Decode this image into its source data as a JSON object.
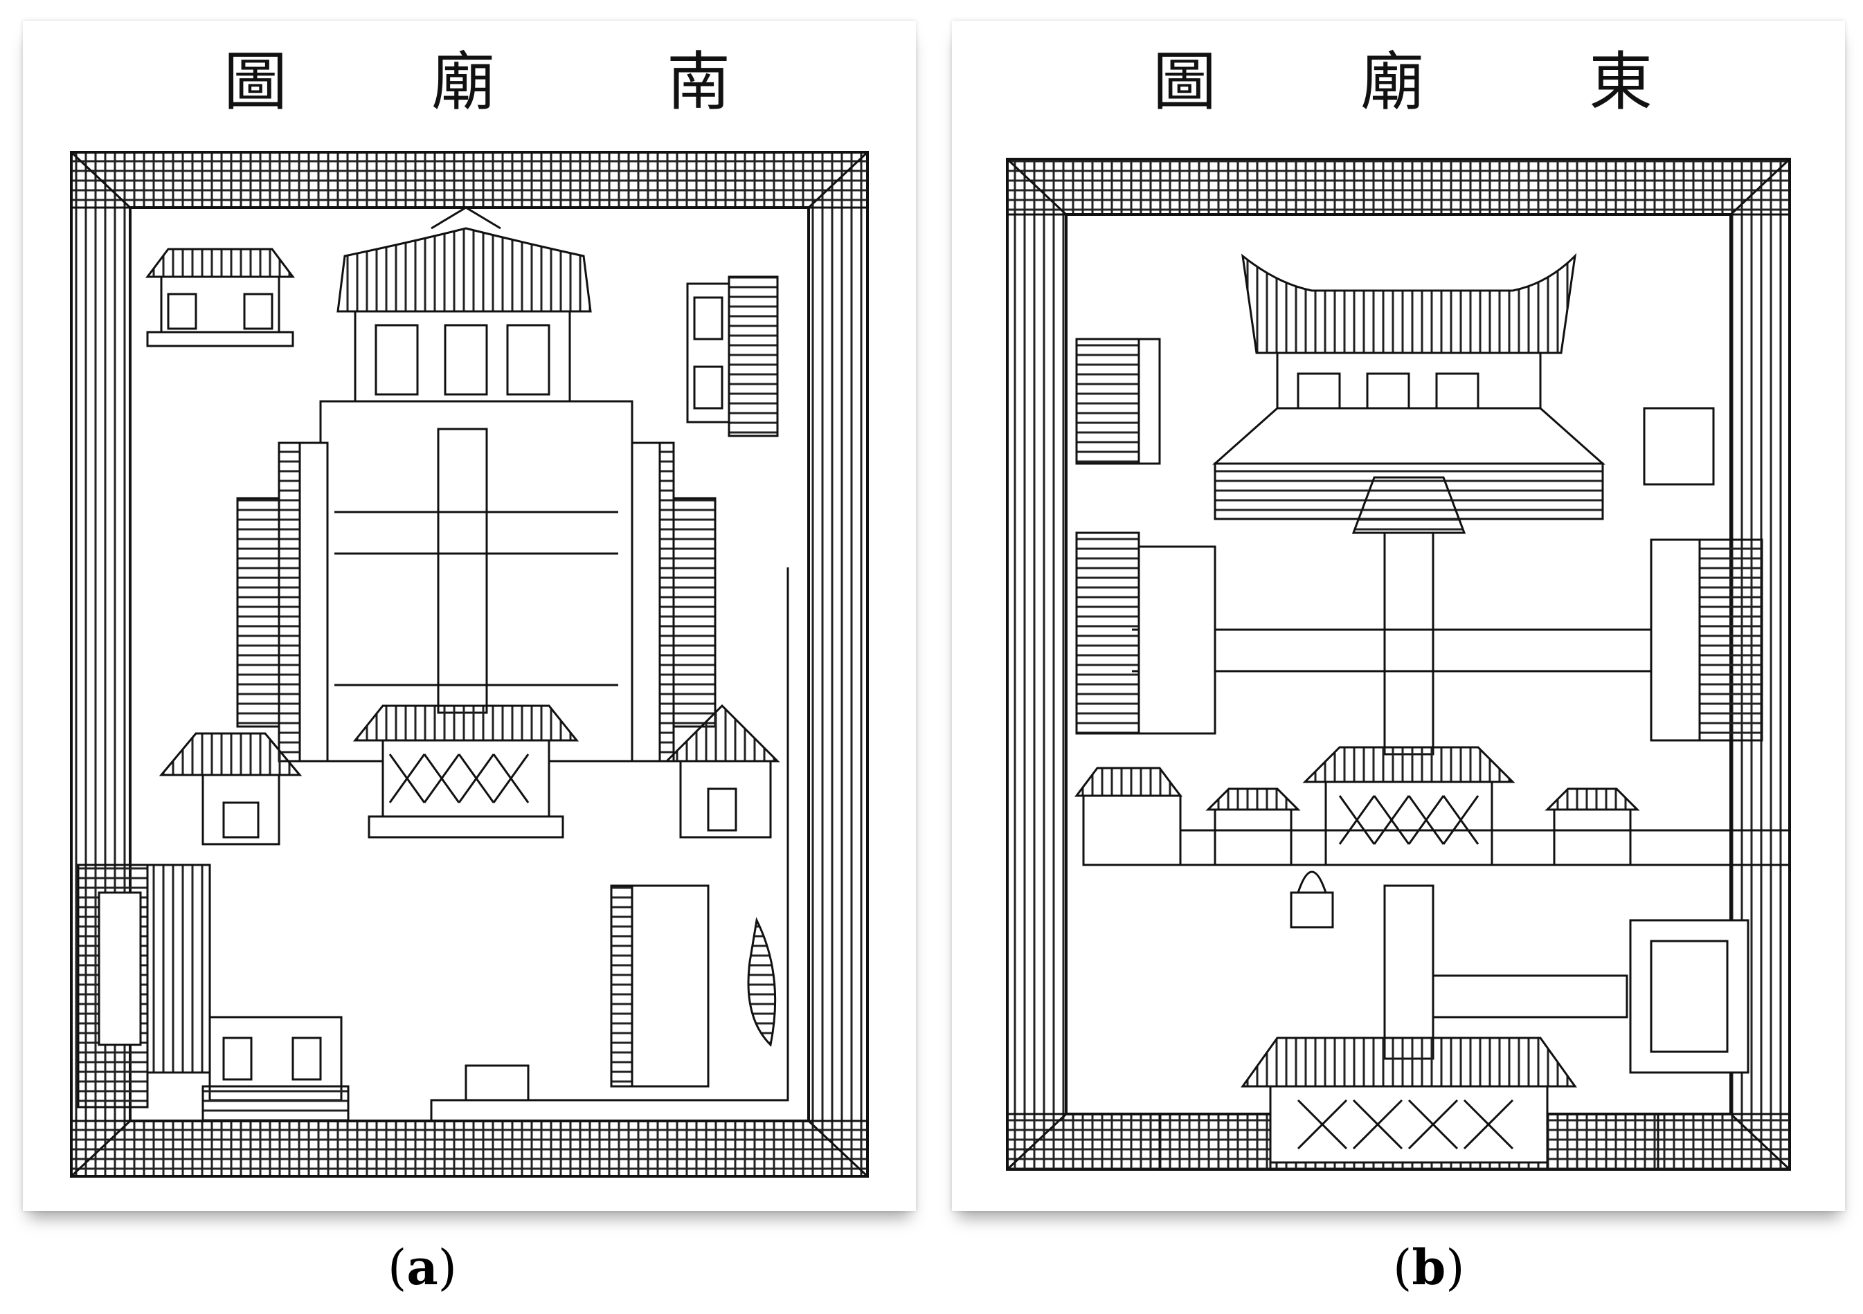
{
  "panels": [
    {
      "id": "a",
      "title_chars": [
        "圖",
        "廟",
        "南"
      ],
      "caption_letter": "a"
    },
    {
      "id": "b",
      "title_chars": [
        "圖",
        "廟",
        "東"
      ],
      "caption_letter": "b"
    }
  ],
  "captions": {
    "a": {
      "open": "(",
      "letter": "a",
      "close": ")"
    },
    "b": {
      "open": "(",
      "letter": "b",
      "close": ")"
    }
  },
  "colors": {
    "ink": "#1a1a1a",
    "paper": "#ffffff"
  }
}
